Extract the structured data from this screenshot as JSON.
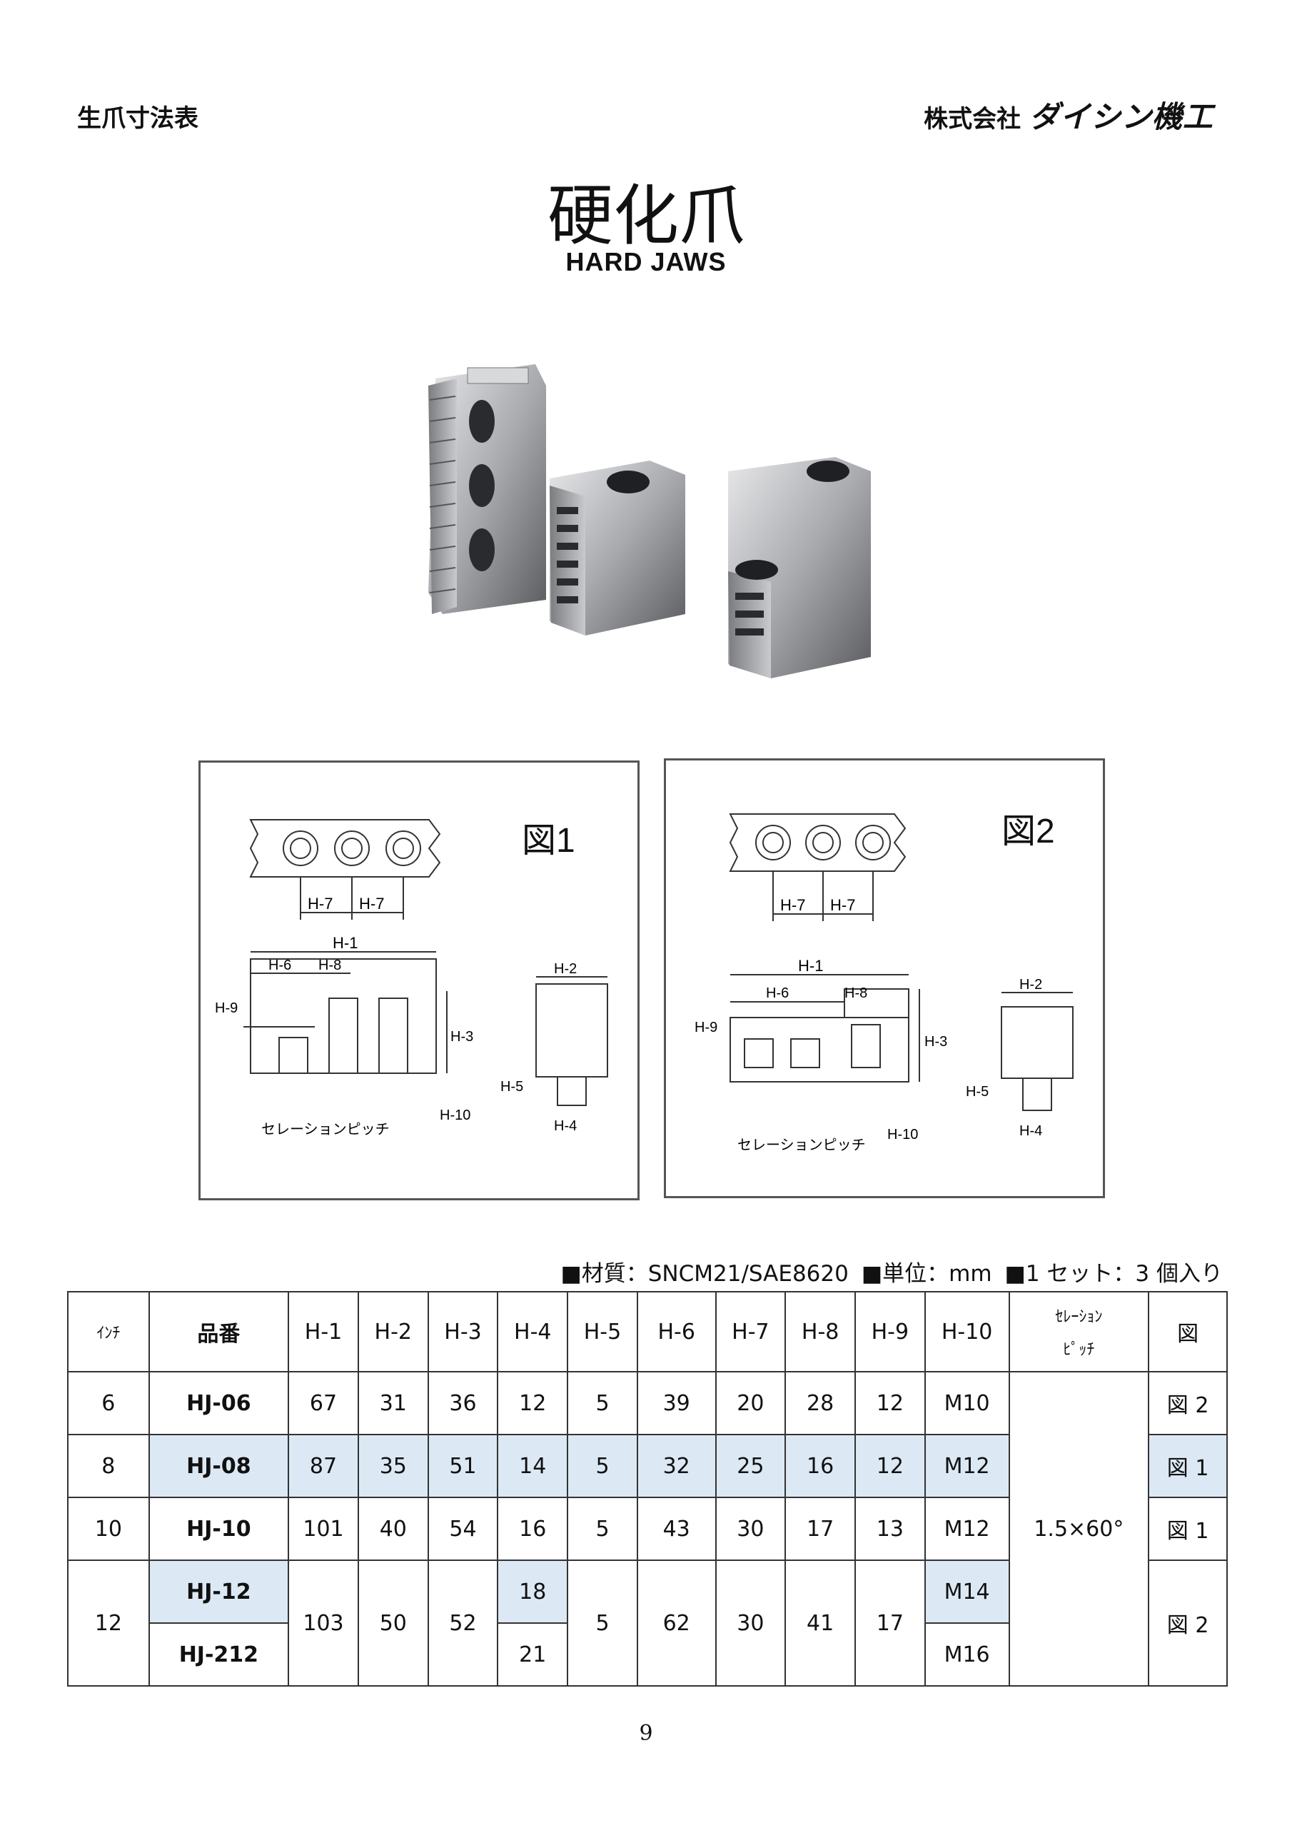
{
  "header": {
    "doc_title": "生爪寸法表",
    "company_prefix": "株式会社",
    "company_brand": "ダイシン機工"
  },
  "title": {
    "jp": "硬化爪",
    "en": "HARD JAWS"
  },
  "figures": {
    "fig1": {
      "label": "図1",
      "dims": {
        "h1": "H-1",
        "h2": "H-2",
        "h3": "H-3",
        "h4": "H-4",
        "h5": "H-5",
        "h6": "H-6",
        "h7": "H-7",
        "h8": "H-8",
        "h9": "H-9",
        "h10": "H-10"
      },
      "serration_label": "セレーションピッチ"
    },
    "fig2": {
      "label": "図2",
      "dims": {
        "h1": "H-1",
        "h2": "H-2",
        "h3": "H-3",
        "h4": "H-4",
        "h5": "H-5",
        "h6": "H-6",
        "h7": "H-7",
        "h8": "H-8",
        "h9": "H-9",
        "h10": "H-10"
      },
      "serration_label": "セレーションピッチ"
    }
  },
  "spec": {
    "material": "■材質：SNCM21/SAE8620",
    "unit": "■単位：mm",
    "set": "■1 セット：3 個入り"
  },
  "table": {
    "headers": {
      "inch": "ｲﾝﾁ",
      "part": "品番",
      "h1": "H-1",
      "h2": "H-2",
      "h3": "H-3",
      "h4": "H-4",
      "h5": "H-5",
      "h6": "H-6",
      "h7": "H-7",
      "h8": "H-8",
      "h9": "H-9",
      "h10": "H-10",
      "serration_line1": "ｾﾚｰｼｮﾝ",
      "serration_line2": "ﾋﾟｯﾁ",
      "fig": "図"
    },
    "serration_value": "1.5×60°",
    "rows": [
      {
        "inch": "6",
        "part": "HJ-06",
        "h1": "67",
        "h2": "31",
        "h3": "36",
        "h4": "12",
        "h5": "5",
        "h6": "39",
        "h7": "20",
        "h8": "28",
        "h9": "12",
        "h10": "M10",
        "fig": "図 2"
      },
      {
        "inch": "8",
        "part": "HJ-08",
        "h1": "87",
        "h2": "35",
        "h3": "51",
        "h4": "14",
        "h5": "5",
        "h6": "32",
        "h7": "25",
        "h8": "16",
        "h9": "12",
        "h10": "M12",
        "fig": "図 1"
      },
      {
        "inch": "10",
        "part": "HJ-10",
        "h1": "101",
        "h2": "40",
        "h3": "54",
        "h4": "16",
        "h5": "5",
        "h6": "43",
        "h7": "30",
        "h8": "17",
        "h9": "13",
        "h10": "M12",
        "fig": "図 1"
      },
      {
        "inch": "12",
        "part": "HJ-12",
        "h1": "103",
        "h2": "50",
        "h3": "52",
        "h4": "18",
        "h5": "5",
        "h6": "62",
        "h7": "30",
        "h8": "41",
        "h9": "17",
        "h10": "M14",
        "fig": "図 2"
      },
      {
        "part": "HJ-212",
        "h4": "21",
        "h10": "M16"
      }
    ]
  },
  "page_number": "9"
}
